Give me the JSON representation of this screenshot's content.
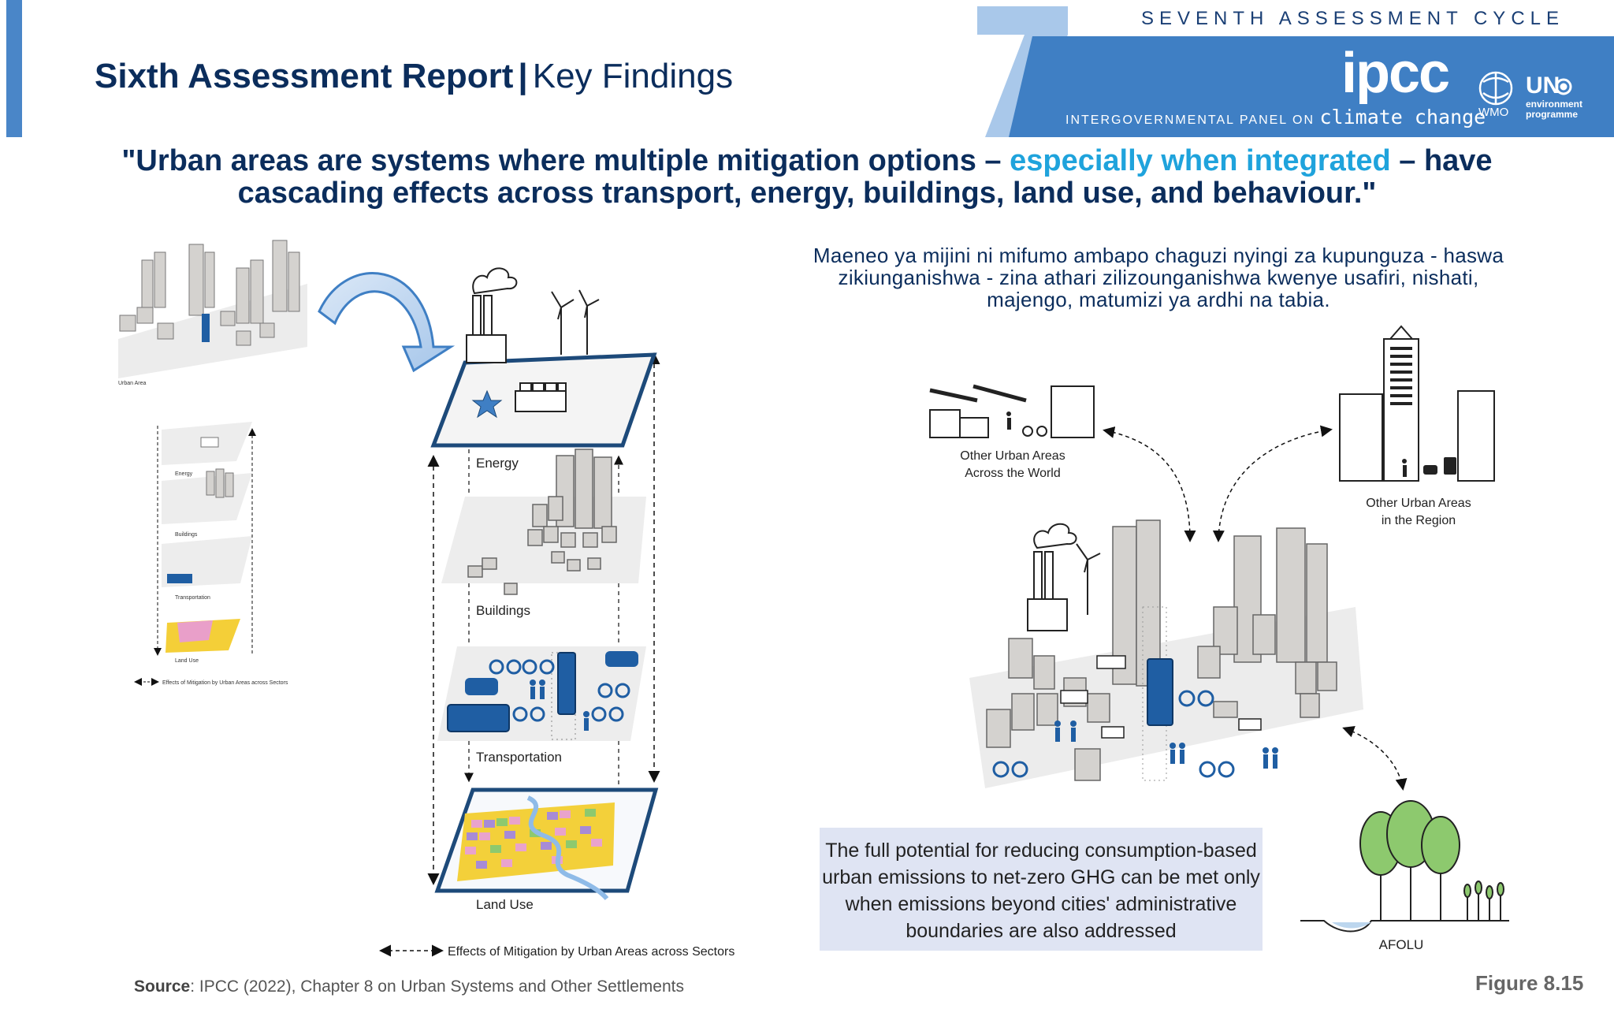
{
  "header": {
    "title_bold": "Sixth Assessment Report",
    "title_sep": "|",
    "title_light": "Key Findings",
    "cycle_label": "SEVENTH ASSESSMENT CYCLE",
    "ipcc_logo": "ipcc",
    "ipcc_subtitle": "INTERGOVERNMENTAL PANEL ON",
    "ipcc_subtitle_cc": "climate change",
    "wmo_label": "WMO",
    "un_label": "UN",
    "unep_label_1": "environment",
    "unep_label_2": "programme"
  },
  "quote": {
    "part1": "\"Urban areas are systems where multiple mitigation options – ",
    "highlight": "especially when integrated",
    "part2": " – have cascading effects across transport, energy, buildings, land use, and behaviour.\""
  },
  "swahili_text": "Maeneo ya mijini ni mifumo ambapo chaguzi nyingi za kupunguza - haswa zikiunganishwa - zina athari zilizounganishwa kwenye usafiri, nishati, majengo, matumizi ya ardhi na tabia.",
  "figure": {
    "small": {
      "urban_area": "Urban Area",
      "energy": "Energy",
      "buildings": "Buildings",
      "transportation": "Transportation",
      "land_use": "Land Use",
      "legend": "Effects of Mitigation by Urban Areas across Sectors"
    },
    "layers": {
      "energy": "Energy",
      "buildings": "Buildings",
      "transportation": "Transportation",
      "land_use": "Land Use"
    },
    "legend": "Effects of Mitigation by Urban Areas across Sectors",
    "right": {
      "world_1": "Other Urban Areas",
      "world_2": "Across the World",
      "region_1": "Other Urban Areas",
      "region_2": "in the Region",
      "afolu": "AFOLU"
    }
  },
  "potential_text": "The full potential for reducing consumption-based urban emissions to net-zero GHG can be met only when emissions beyond cities' administrative boundaries are also addressed",
  "source": {
    "label": "Source",
    "text": ": IPCC (2022), Chapter 8 on Urban Systems and Other Settlements"
  },
  "figure_number": "Figure 8.15",
  "colors": {
    "accent": "#4a86c8",
    "navy": "#0b2d5c",
    "highlight": "#1fa3dc",
    "banner": "#3f7fc4",
    "box": "#dfe4f3"
  }
}
